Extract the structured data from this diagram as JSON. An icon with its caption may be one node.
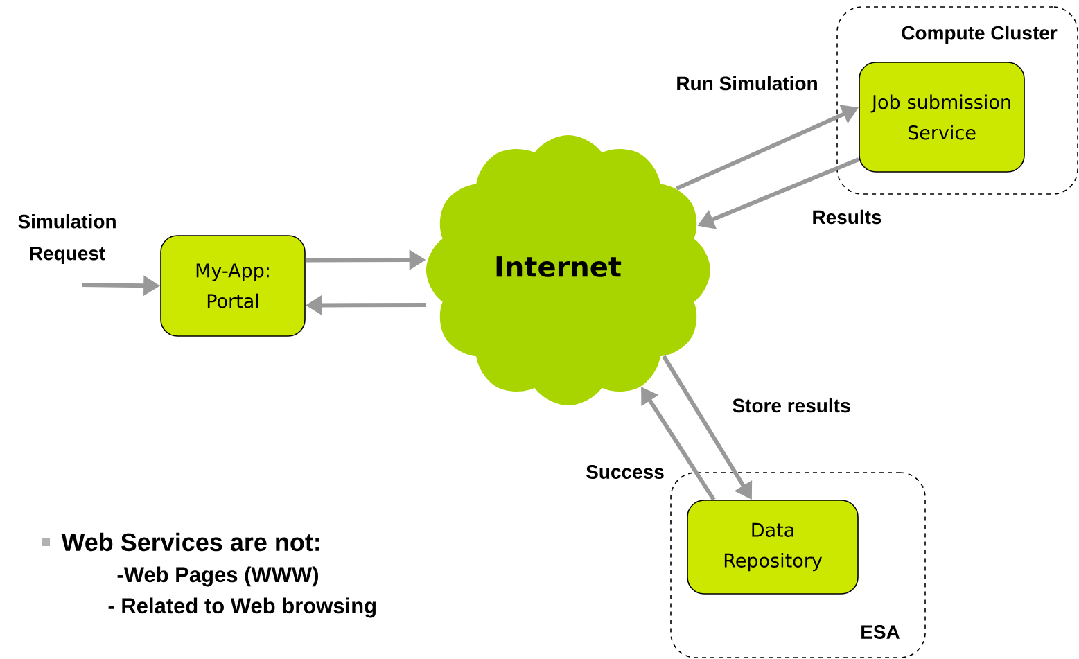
{
  "diagram": {
    "nodes": [
      {
        "text": [
          "Compute Cluster"
        ]
      },
      {
        "text": [
          "Job submission Service"
        ],
        "in": 0
      },
      {
        "text": [
          "Internet"
        ]
      },
      {
        "text": [
          "My-App: Portal"
        ]
      },
      {
        "text": [
          "ESA"
        ]
      },
      {
        "text": [
          "Data Repository"
        ],
        "in": 4
      }
    ],
    "edges": [
      {
        "from": null,
        "to": 3,
        "arrow": "to",
        "label": "Simulation Request"
      },
      {
        "from": 3,
        "to": 2,
        "arrow": "to"
      },
      {
        "from": 2,
        "to": 3,
        "arrow": "to"
      },
      {
        "from": 2,
        "to": 1,
        "arrow": "to",
        "label": "Run Simulation"
      },
      {
        "from": 1,
        "to": 2,
        "arrow": "to",
        "label": "Results"
      },
      {
        "from": 2,
        "to": 5,
        "arrow": "to",
        "label": "Store results"
      },
      {
        "from": 5,
        "to": 2,
        "arrow": "to",
        "label": "Success"
      }
    ],
    "labels": [
      "Web Services are not:",
      "-Web Pages (WWW)",
      "- Related to Web browsing"
    ]
  }
}
